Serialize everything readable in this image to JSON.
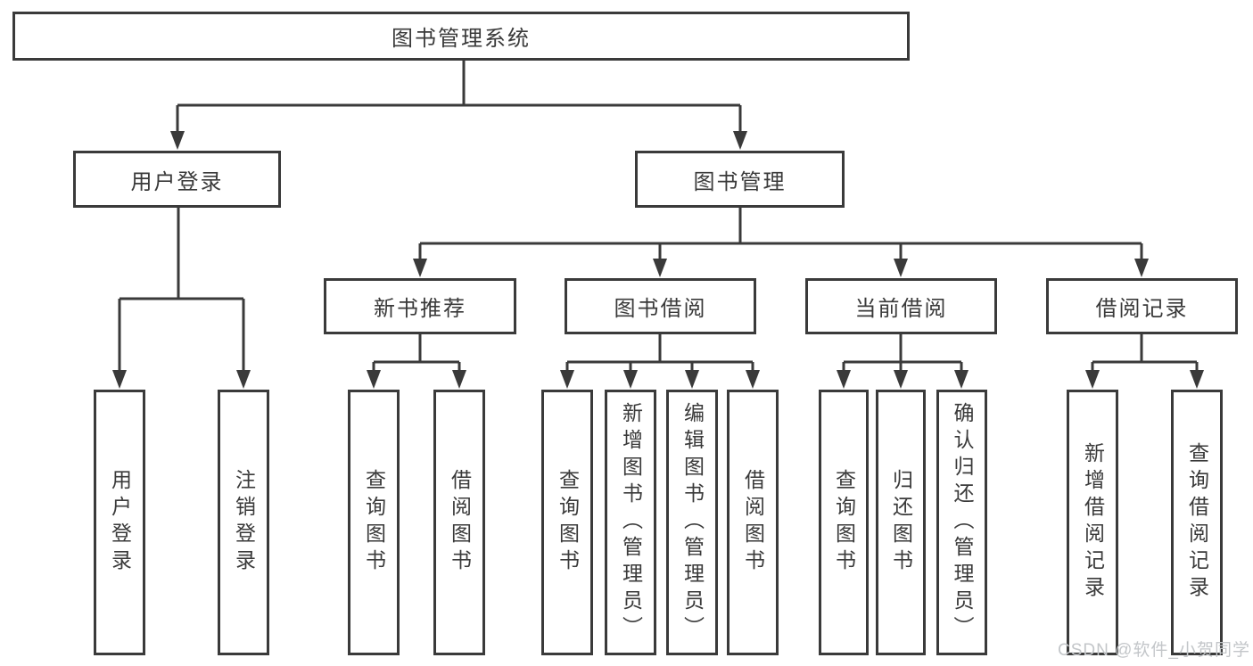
{
  "diagram": {
    "title": "图书管理系统",
    "root": {
      "label": "图书管理系统"
    },
    "level2": [
      {
        "label": "用户登录"
      },
      {
        "label": "图书管理"
      }
    ],
    "level3": [
      {
        "label": "新书推荐"
      },
      {
        "label": "图书借阅"
      },
      {
        "label": "当前借阅"
      },
      {
        "label": "借阅记录"
      }
    ],
    "leaves": {
      "user_login": [
        "用户登录",
        "注销登录"
      ],
      "new_book": [
        "查询图书",
        "借阅图书"
      ],
      "book_borrow": [
        "查询图书",
        "新增图书（管理员）",
        "编辑图书（管理员）",
        "借阅图书"
      ],
      "current_borrow": [
        "查询图书",
        "归还图书",
        "确认归还（管理员）"
      ],
      "borrow_record": [
        "新增借阅记录",
        "查询借阅记录"
      ]
    },
    "watermark": "CSDN @软件_小贺同学",
    "colors": {
      "line": "#3a3a3a",
      "box_border": "#3a3a3a",
      "text": "#3a3a3a",
      "background": "#ffffff",
      "watermark": "#c3c6c9"
    }
  }
}
